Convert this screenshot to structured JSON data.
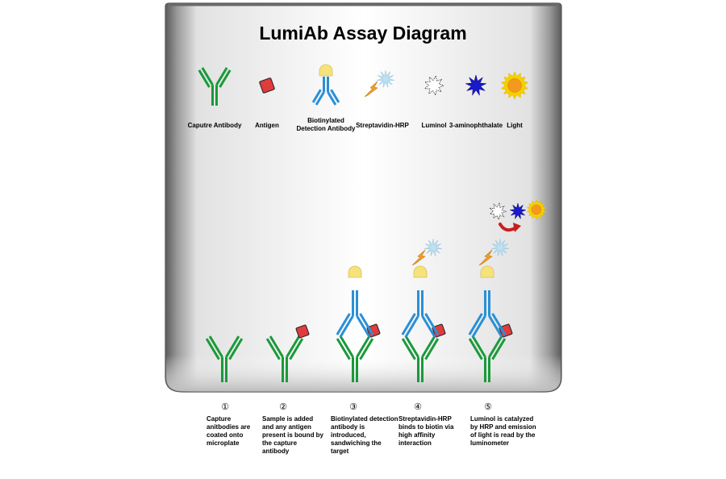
{
  "title": "LumiAb Assay Diagram",
  "legend": [
    {
      "icon": "capture-antibody-icon",
      "label": "Caputre Antibody"
    },
    {
      "icon": "antigen-icon",
      "label": "Antigen"
    },
    {
      "icon": "biotinylated-detection-antibody-icon",
      "label": "Biotinylated\nDetection Antibody"
    },
    {
      "icon": "streptavidin-hrp-icon",
      "label": "Streptavidin-HRP"
    },
    {
      "icon": "luminol-icon",
      "label": "Luminol"
    },
    {
      "icon": "aminophthalate-icon",
      "label": "3-aminophthalate"
    },
    {
      "icon": "light-icon",
      "label": "Light"
    }
  ],
  "steps": [
    {
      "number": "①",
      "text": "Capture anitbodies are coated onto microplate"
    },
    {
      "number": "②",
      "text": "Sample is added and any antigen present is bound by the capture antibody"
    },
    {
      "number": "③",
      "text": "Biotinylated detection antibody is introduced, sandwiching the target"
    },
    {
      "number": "④",
      "text": "Streptavidin-HRP binds to biotin via high affinity interaction"
    },
    {
      "number": "⑤",
      "text": "Luminol is catalyzed by HRP and emission of light is read by the luminometer"
    }
  ],
  "colors": {
    "capture_antibody": "#1a9a3a",
    "detection_antibody": "#2a8fd6",
    "biotin": "#f5e27a",
    "antigen": "#e03c3c",
    "hrp_arrow": "#f0a030",
    "hrp_star": "#bfe0f2",
    "aminophthalate": "#1a1acc",
    "light_core": "#f39a1e",
    "light_rays": "#f5d000",
    "reaction_arrow": "#c81e1e"
  }
}
